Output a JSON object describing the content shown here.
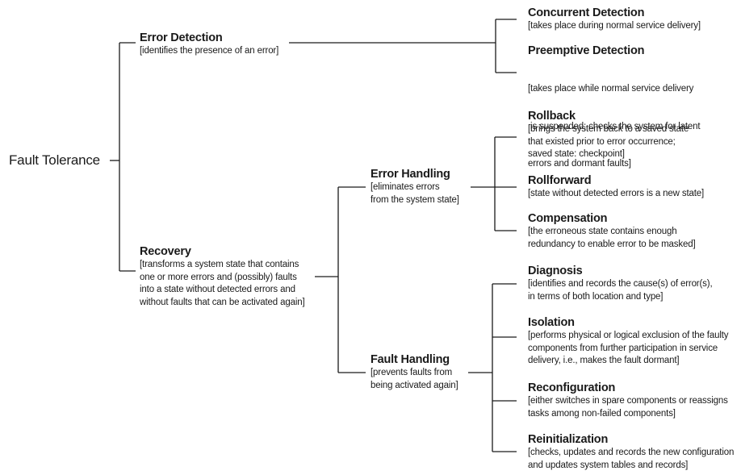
{
  "root": "Fault Tolerance",
  "error_detection": {
    "title": "Error Detection",
    "desc": [
      "[identifies the presence of an error]"
    ]
  },
  "recovery": {
    "title": "Recovery",
    "desc": [
      "[transforms a system state that contains",
      "one or more errors and (possibly) faults",
      "into a state without detected errors and",
      "without faults that can be activated again]"
    ]
  },
  "error_handling": {
    "title": "Error Handling",
    "desc": [
      "[eliminates errors",
      "from the system state]"
    ]
  },
  "fault_handling": {
    "title": "Fault Handling",
    "desc": [
      "[prevents faults from",
      "being activated again]"
    ]
  },
  "leaves": {
    "concurrent_detection": {
      "title": "Concurrent Detection",
      "desc": [
        "[takes place during normal service delivery]"
      ]
    },
    "preemptive_detection": {
      "title": "Preemptive Detection",
      "desc": [
        "[takes place while normal service delivery",
        " is suspended; checks the system for latent",
        "errors and dormant faults]"
      ]
    },
    "rollback": {
      "title": "Rollback",
      "desc": [
        "[brings the system back to a saved state",
        "that existed prior to error occurrence;",
        "saved state: checkpoint]"
      ]
    },
    "rollforward": {
      "title": "Rollforward",
      "desc": [
        "[state without detected errors is a new state]"
      ]
    },
    "compensation": {
      "title": "Compensation",
      "desc": [
        "[the erroneous state contains enough",
        "redundancy to enable error to be masked]"
      ]
    },
    "diagnosis": {
      "title": "Diagnosis",
      "desc": [
        "[identifies and records the cause(s) of error(s),",
        "in terms of both location and type]"
      ]
    },
    "isolation": {
      "title": "Isolation",
      "desc": [
        "[performs physical or logical exclusion of the faulty",
        "components from further participation in service",
        "delivery, i.e., makes the fault dormant]"
      ]
    },
    "reconfiguration": {
      "title": "Reconfiguration",
      "desc": [
        "[either switches in spare components or reassigns",
        "tasks among non-failed components]"
      ]
    },
    "reinitialization": {
      "title": "Reinitialization",
      "desc": [
        "[checks, updates and records the new configuration",
        "and updates system tables and records]"
      ]
    }
  }
}
